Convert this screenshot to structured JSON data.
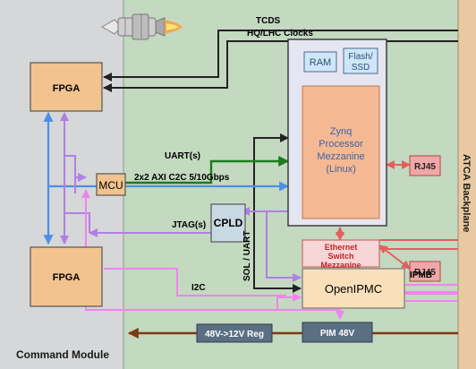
{
  "regions": {
    "command_module": "Command Module",
    "backplane": "ATCA Backplane"
  },
  "blocks": {
    "fpga_top": "FPGA",
    "fpga_bottom": "FPGA",
    "mcu": "MCU",
    "cpld": "CPLD",
    "ram": "RAM",
    "flash_line1": "Flash/",
    "flash_line2": "SSD",
    "zynq_line1": "Zynq",
    "zynq_line2": "Processor",
    "zynq_line3": "Mezzanine",
    "zynq_line4": "(Linux)",
    "rj45_top": "RJ45",
    "rj45_bottom": "RJ45",
    "eth_line1": "Ethernet",
    "eth_line2": "Switch",
    "eth_line3": "Mezzanine",
    "openipmc": "OpenIPMC",
    "reg": "48V->12V Reg",
    "pim": "PIM 48V"
  },
  "signals": {
    "tcds": "TCDS",
    "clocks": "HQ/LHC Clocks",
    "c2c": "2x2 AXI C2C 5/10Gbps",
    "uart": "UART(s)",
    "jtag": "JTAG(s)",
    "sol_uart": "SOL / UART",
    "i2c": "I2C",
    "ipmb": "IPMB"
  },
  "colors": {
    "board": "#c3d9c0",
    "command_module": "#d5d7d8",
    "backplane": "#e9c9a2",
    "fpga": "#f2c38f",
    "zynq": "#f4b892",
    "zynq_frame": "#e6e6f2",
    "rj45": "#f0a7a7",
    "ethernet": "#f6d6d6",
    "openipmc": "#fadfbb",
    "power_box": "#5a6f82",
    "cpld": "#c9d9e3",
    "c2c_line": "#4d8fe8",
    "purple_line": "#b07fe6",
    "green_line": "#1c7d1c",
    "pink_line": "#f084ee",
    "power_line": "#7a3b12",
    "red_line": "#e3605f"
  }
}
